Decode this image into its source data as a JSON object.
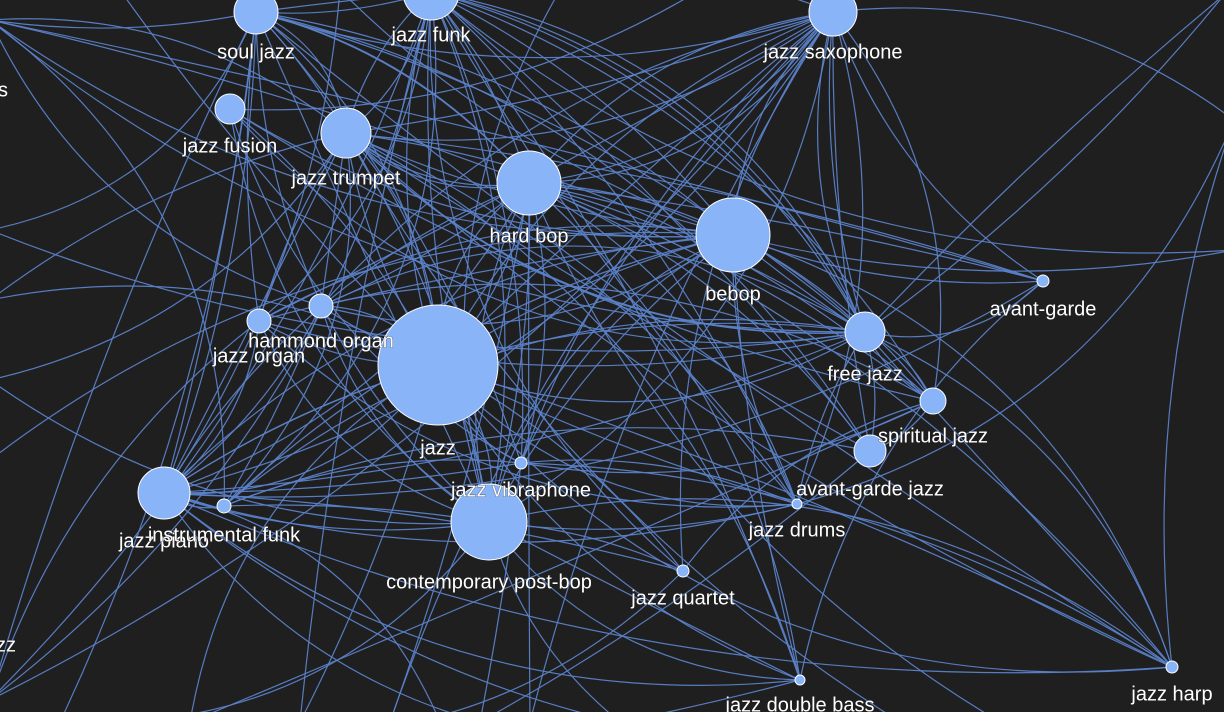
{
  "colors": {
    "background": "#1f1f1f",
    "edge": "#5b82c9",
    "node": "#8ab4f8",
    "label": "#ffffff"
  },
  "nodes": [
    {
      "id": "soul-jazz",
      "label": "soul jazz"
    },
    {
      "id": "jazz-funk",
      "label": "jazz funk"
    },
    {
      "id": "jazz-saxophone",
      "label": "jazz saxophone"
    },
    {
      "id": "jazz-fusion",
      "label": "jazz fusion"
    },
    {
      "id": "jazz-trumpet",
      "label": "jazz trumpet"
    },
    {
      "id": "hard-bop",
      "label": "hard bop"
    },
    {
      "id": "bebop",
      "label": "bebop"
    },
    {
      "id": "avant-garde",
      "label": "avant-garde"
    },
    {
      "id": "hammond-organ",
      "label": "hammond organ"
    },
    {
      "id": "jazz-organ",
      "label": "jazz organ"
    },
    {
      "id": "jazz",
      "label": "jazz"
    },
    {
      "id": "free-jazz",
      "label": "free jazz"
    },
    {
      "id": "spiritual-jazz",
      "label": "spiritual jazz"
    },
    {
      "id": "avant-garde-jazz",
      "label": "avant-garde jazz"
    },
    {
      "id": "jazz-vibraphone",
      "label": "jazz vibraphone"
    },
    {
      "id": "jazz-drums",
      "label": "jazz drums"
    },
    {
      "id": "jazz-piano",
      "label": "jazz piano"
    },
    {
      "id": "instrumental-funk",
      "label": "instrumental funk"
    },
    {
      "id": "contemporary-post-bop",
      "label": "contemporary post-bop"
    },
    {
      "id": "jazz-quartet",
      "label": "jazz quartet"
    },
    {
      "id": "jazz-double-bass",
      "label": "jazz double bass"
    },
    {
      "id": "jazz-harp",
      "label": "jazz harp"
    },
    {
      "id": "offscreen-left-top",
      "label": "s"
    },
    {
      "id": "offscreen-left-bottom",
      "label": "zz"
    }
  ]
}
